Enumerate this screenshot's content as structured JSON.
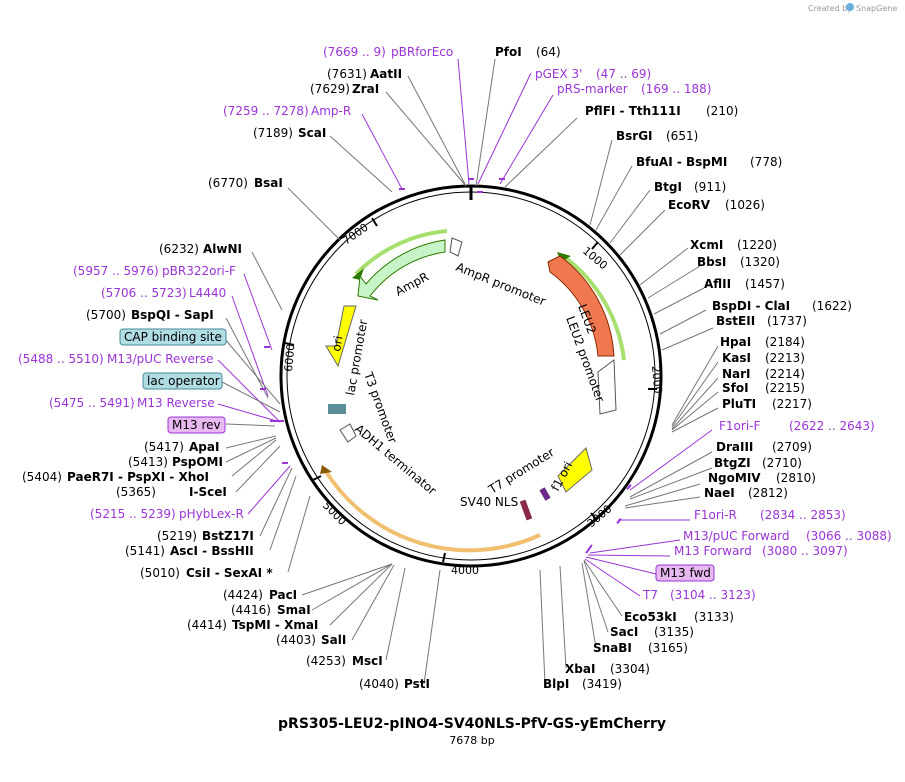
{
  "app": {
    "watermark": "Created by",
    "brand": "SnapGene"
  },
  "plasmid": {
    "name": "pRS305-LEU2-pINO4-SV40NLS-PfV-GS-yEmCherry",
    "length_label": "7678 bp"
  },
  "ticks": [
    "1000",
    "2000",
    "3000",
    "4000",
    "5000",
    "6000",
    "7000"
  ],
  "features": {
    "ampr": "AmpR",
    "ampr_promoter": "AmpR promoter",
    "leu2": "LEU2",
    "leu2_promoter": "LEU2 promoter",
    "ori": "ori",
    "lac_promoter": "lac promoter",
    "t3_promoter": "T3 promoter",
    "adh1_terminator": "ADH1 terminator",
    "t7_promoter": "T7 promoter",
    "f1_ori": "f1 ori",
    "sv40_nls": "SV40 NLS"
  },
  "right_labels": [
    {
      "name": "PfoI",
      "pos": "(64)"
    },
    {
      "name": "pGEX 3'",
      "pos": "(47 .. 69)",
      "primer": true
    },
    {
      "name": "pRS-marker",
      "pos": "(169 .. 188)",
      "primer": true
    },
    {
      "name": "PflFI  - Tth111I",
      "pos": "(210)"
    },
    {
      "name": "BsrGI",
      "pos": "(651)"
    },
    {
      "name": "BfuAI  - BspMI",
      "pos": "(778)"
    },
    {
      "name": "BtgI",
      "pos": "(911)"
    },
    {
      "name": "EcoRV",
      "pos": "(1026)"
    },
    {
      "name": "XcmI",
      "pos": "(1220)"
    },
    {
      "name": "BbsI",
      "pos": "(1320)"
    },
    {
      "name": "AflII",
      "pos": "(1457)"
    },
    {
      "name": "BspDI  - ClaI",
      "pos": "(1622)"
    },
    {
      "name": "BstEII",
      "pos": "(1737)"
    },
    {
      "name": "HpaI",
      "pos": "(2184)"
    },
    {
      "name": "KasI",
      "pos": "(2213)"
    },
    {
      "name": "NarI",
      "pos": "(2214)"
    },
    {
      "name": "SfoI",
      "pos": "(2215)"
    },
    {
      "name": "PluTI",
      "pos": "(2217)"
    },
    {
      "name": "F1ori-F",
      "pos": "(2622 .. 2643)",
      "primer": true
    },
    {
      "name": "DraIII",
      "pos": "(2709)"
    },
    {
      "name": "BtgZI",
      "pos": "(2710)"
    },
    {
      "name": "NgoMIV",
      "pos": "(2810)"
    },
    {
      "name": "NaeI",
      "pos": "(2812)"
    },
    {
      "name": "F1ori-R",
      "pos": "(2834 .. 2853)",
      "primer": true
    },
    {
      "name": "M13/pUC Forward",
      "pos": "(3066 .. 3088)",
      "primer": true
    },
    {
      "name": "M13 Forward",
      "pos": "(3080 .. 3097)",
      "primer": true
    },
    {
      "name": "M13 fwd",
      "pos": "",
      "boxed": true
    },
    {
      "name": "T7",
      "pos": "(3104 .. 3123)",
      "primer": true
    },
    {
      "name": "Eco53kI",
      "pos": "(3133)"
    },
    {
      "name": "SacI",
      "pos": "(3135)"
    },
    {
      "name": "SnaBI",
      "pos": "(3165)"
    },
    {
      "name": "XbaI",
      "pos": "(3304)"
    },
    {
      "name": "BlpI",
      "pos": "(3419)"
    }
  ],
  "left_labels": [
    {
      "name": "pBRforEco",
      "pos": "(7669 .. 9)",
      "primer": true
    },
    {
      "name": "AatII",
      "pos": "(7631)"
    },
    {
      "name": "ZraI",
      "pos": "(7629)"
    },
    {
      "name": "Amp-R",
      "pos": "(7259 .. 7278)",
      "primer": true
    },
    {
      "name": "ScaI",
      "pos": "(7189)"
    },
    {
      "name": "BsaI",
      "pos": "(6770)"
    },
    {
      "name": "AlwNI",
      "pos": "(6232)"
    },
    {
      "name": "pBR322ori-F",
      "pos": "(5957 .. 5976)",
      "primer": true
    },
    {
      "name": "L4440",
      "pos": "(5706 .. 5723)",
      "primer": true
    },
    {
      "name": "BspQI  - SapI",
      "pos": "(5700)"
    },
    {
      "name": "CAP binding site",
      "pos": "",
      "feature": "cap"
    },
    {
      "name": "M13/pUC Reverse",
      "pos": "(5488 .. 5510)",
      "primer": true
    },
    {
      "name": "lac operator",
      "pos": "",
      "feature": "lac"
    },
    {
      "name": "M13 Reverse",
      "pos": "(5475 .. 5491)",
      "primer": true
    },
    {
      "name": "M13 rev",
      "pos": "",
      "boxed": true
    },
    {
      "name": "ApaI",
      "pos": "(5417)"
    },
    {
      "name": "PspOMI",
      "pos": "(5413)"
    },
    {
      "name": "PaeR7I  - PspXI  - XhoI",
      "pos": "(5404)"
    },
    {
      "name": "I-SceI",
      "pos": "(5365)"
    },
    {
      "name": "pHybLex-R",
      "pos": "(5215 .. 5239)",
      "primer": true
    },
    {
      "name": "BstZ17I",
      "pos": "(5219)"
    },
    {
      "name": "AscI  - BssHII",
      "pos": "(5141)"
    },
    {
      "name": "CsiI  - SexAI *",
      "pos": "(5010)"
    },
    {
      "name": "PacI",
      "pos": "(4424)"
    },
    {
      "name": "SmaI",
      "pos": "(4416)"
    },
    {
      "name": "TspMI  - XmaI",
      "pos": "(4414)"
    },
    {
      "name": "SalI",
      "pos": "(4403)"
    },
    {
      "name": "MscI",
      "pos": "(4253)"
    },
    {
      "name": "PstI",
      "pos": "(4040)"
    }
  ],
  "colors": {
    "primer": "#9a34d6",
    "ampr": "#c8f5c8",
    "leu2": "#f07850",
    "ori": "#ffff00",
    "f1ori": "#ffff00",
    "ampr_arc": "#a8e070",
    "leu2_arc": "#a8e070",
    "adh1_arc": "#f0c070"
  }
}
